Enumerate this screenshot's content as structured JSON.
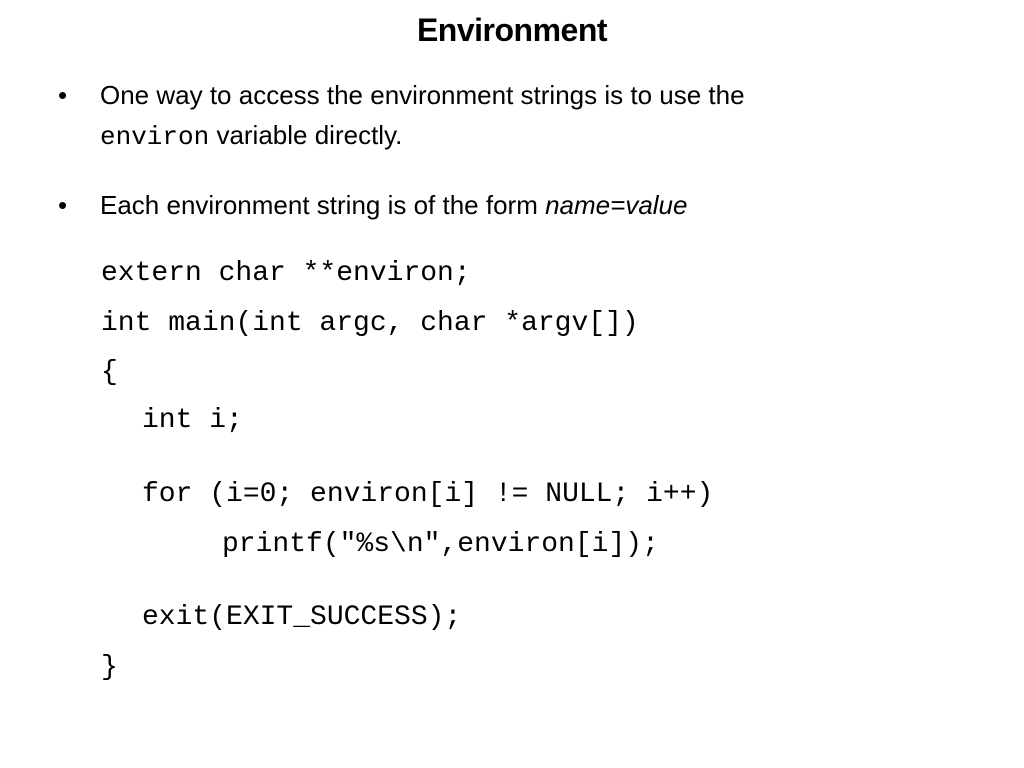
{
  "slide": {
    "title": "Environment",
    "bullets": [
      {
        "marker": "•",
        "text_before": "One way to access the environment strings is to use the",
        "code": "environ",
        "text_after": " variable directly."
      },
      {
        "marker": "•",
        "text": "Each environment string is of the form ",
        "emphasis": "name=value"
      }
    ],
    "code_lines": [
      "extern char **environ;",
      "int main(int argc, char *argv[])",
      "{",
      "int i;",
      "for (i=0; environ[i] != NULL; i++)",
      "printf(\"%s\\n\",environ[i]);",
      "exit(EXIT_SUCCESS);",
      "}"
    ]
  }
}
